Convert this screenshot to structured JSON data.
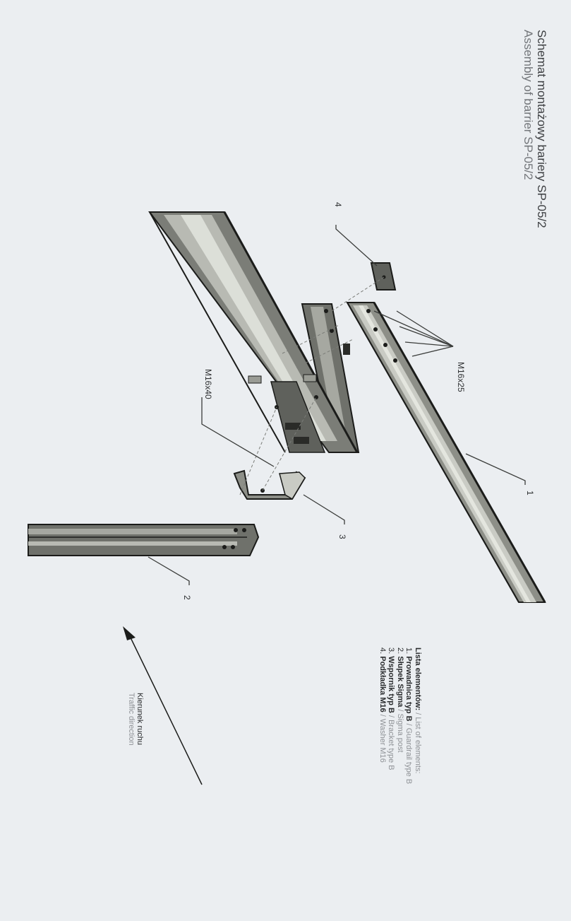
{
  "title": {
    "pl": "Schemat montażowy bariery SP-05/2",
    "en": "Assembly of barrier SP-05/2"
  },
  "callouts": {
    "c1": "1",
    "c2": "2",
    "c3": "3",
    "c4": "4",
    "bolt_m16x25": "M16x25",
    "bolt_m16x40": "M16x40"
  },
  "legend": {
    "header_pl": "Lista elementów:",
    "header_en": " / List of elements:",
    "items": [
      {
        "num": "1.",
        "pl": "Prowadnica typ B",
        "en": " / Guardrail type B"
      },
      {
        "num": "2.",
        "pl": "Słupek Sigma",
        "en": " / Sigma post"
      },
      {
        "num": "3.",
        "pl": "Wspornik typ B",
        "en": " / Bracket type B"
      },
      {
        "num": "4.",
        "pl": "Podkładka M16",
        "en": " / Washer M16"
      }
    ]
  },
  "direction": {
    "pl": "Kierunek ruchu",
    "en": "Traffic direction"
  },
  "colors": {
    "background": "#ebeef1",
    "steel_dark": "#5f615c",
    "steel_mid": "#8d8f88",
    "steel_light": "#c9cbc4",
    "steel_highlight": "#e4e6df",
    "outline": "#1b1c1a"
  }
}
